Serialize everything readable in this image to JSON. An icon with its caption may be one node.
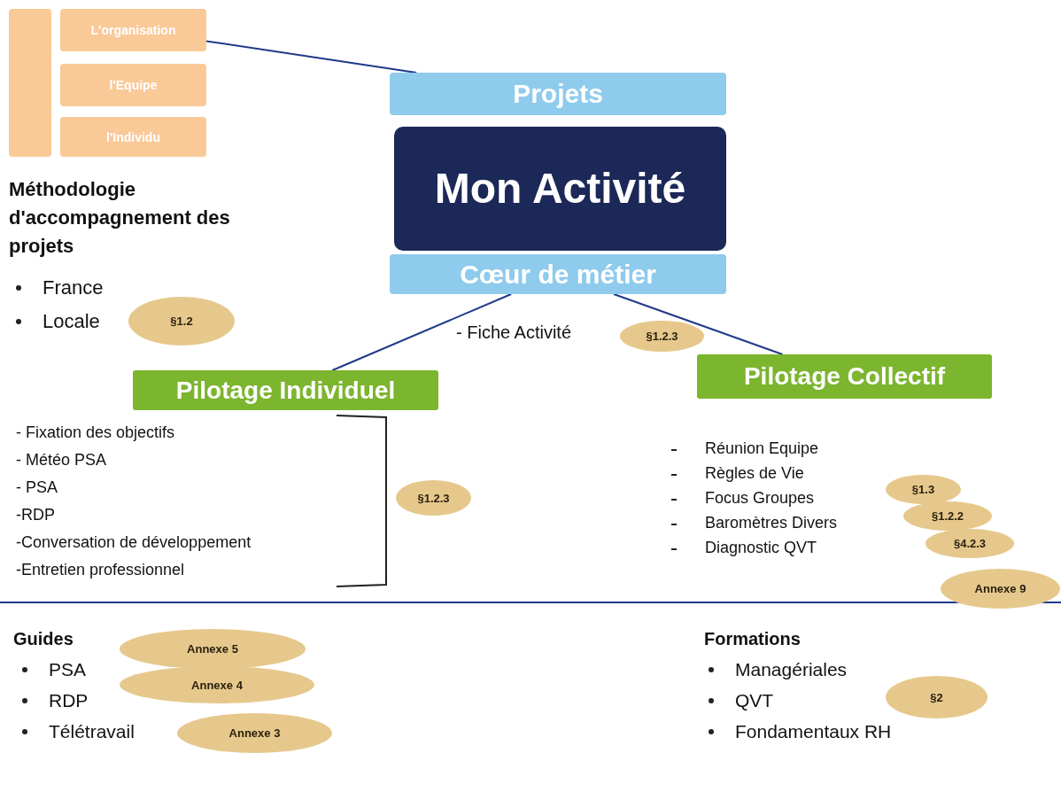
{
  "diagram": {
    "nodes": [
      {
        "text": [],
        "shape": "box"
      },
      {
        "text": [
          "L'organisation"
        ]
      },
      {
        "text": [
          "l'Equipe"
        ]
      },
      {
        "text": [
          "l'Individu"
        ]
      },
      {
        "text": [
          "Projets"
        ]
      },
      {
        "text": [
          "Mon Activité"
        ]
      },
      {
        "text": [
          "Cœur de métier"
        ]
      },
      {
        "text": [
          "§1.2"
        ]
      },
      {
        "text": [
          "§1.2.3"
        ]
      },
      {
        "text": [
          "Pilotage Individuel"
        ]
      },
      {
        "text": [
          "Pilotage Collectif"
        ]
      },
      {
        "text": [
          "§1.2.3"
        ]
      },
      {
        "text": [
          "§1.3"
        ]
      },
      {
        "text": [
          "§1.2.2"
        ]
      },
      {
        "text": [
          "§4.2.3"
        ]
      },
      {
        "text": [
          "Annexe 9"
        ]
      },
      {
        "text": [
          "Annexe 5"
        ]
      },
      {
        "text": [
          "Annexe 4"
        ]
      },
      {
        "text": [
          "Annexe 3"
        ]
      },
      {
        "text": [
          "§2"
        ]
      }
    ],
    "edges": [
      {
        "from": 4,
        "to": 1,
        "arrow": "none"
      },
      {
        "from": 6,
        "to": 9,
        "arrow": "none"
      },
      {
        "from": 6,
        "to": 10,
        "arrow": "none"
      }
    ],
    "labels": [
      "Méthodologie d'accompagnement des projets",
      "France",
      "Locale",
      "- Fiche Activité",
      "- Fixation des objectifs",
      "- Météo PSA",
      "- PSA",
      "-RDP",
      "-Conversation de développement",
      "-Entretien professionnel",
      "Réunion Equipe",
      "Règles de Vie",
      "Focus Groupes",
      "Baromètres Divers",
      "Diagnostic QVT",
      "Guides",
      "PSA",
      "RDP",
      "Télétravail",
      "Formations",
      "Managériales",
      "QVT",
      "Fondamentaux RH"
    ]
  }
}
